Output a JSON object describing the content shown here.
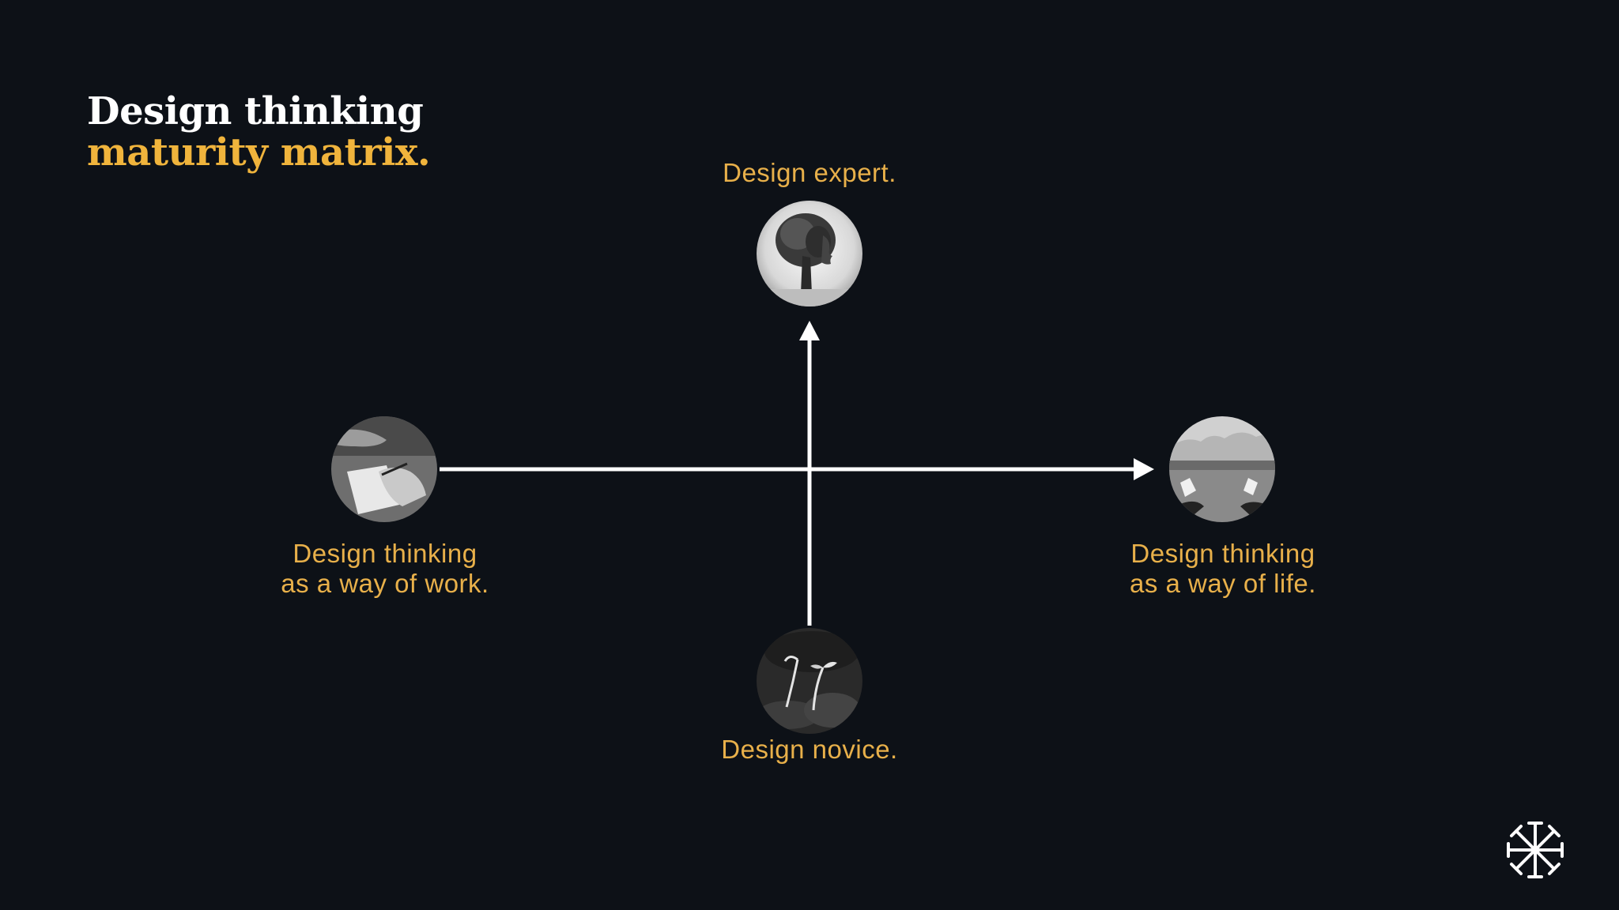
{
  "title": {
    "line1": "Design thinking",
    "line2": "maturity matrix."
  },
  "axis_labels": {
    "top": "Design expert.",
    "bottom": "Design novice.",
    "left": [
      "Design thinking",
      "as a way of work."
    ],
    "right": [
      "Design thinking",
      "as a way of life."
    ]
  },
  "images": {
    "top": "tree-head-image",
    "bottom": "seedling-image",
    "left": "writing-hands-image",
    "right": "field-feet-image"
  },
  "colors": {
    "background": "#0d1117",
    "accent": "#f0b43c",
    "label": "#e8b04a",
    "axis": "#ffffff"
  },
  "logo": "asterisk-logo-icon"
}
